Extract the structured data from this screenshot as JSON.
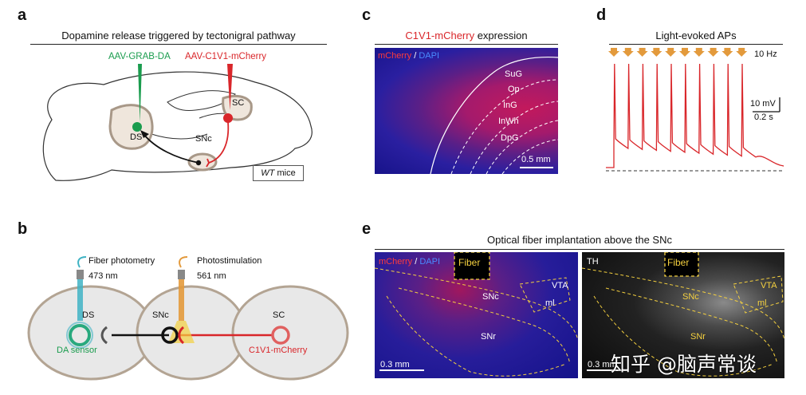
{
  "panel_a": {
    "letter": "a",
    "title": "Dopamine release triggered by tectonigral pathway",
    "virus_green": "AAV-GRAB-DA",
    "virus_red": "AAV-C1V1-mCherry",
    "ds": "DS",
    "sc": "SC",
    "snc": "SNc",
    "mice_italic": "WT",
    "mice_rest": " mice",
    "colors": {
      "green": "#1a9c4e",
      "red": "#d9262a"
    }
  },
  "panel_b": {
    "letter": "b",
    "photometry_label": "Fiber photometry",
    "photometry_nm": "473 nm",
    "stim_label": "Photostimulation",
    "stim_nm": "561 nm",
    "ds": "DS",
    "snc": "SNc",
    "sc": "SC",
    "sensor": "DA sensor",
    "opsin": "C1V1-mCherry",
    "colors": {
      "blue": "#3fb3c4",
      "orange": "#e39a3c",
      "yellow": "#f4d03f"
    }
  },
  "panel_c": {
    "letter": "c",
    "title_red": "C1V1-mCherry",
    "title_rest": " expression",
    "legend_red": "mCherry",
    "legend_sep": " / ",
    "legend_blue": "DAPI",
    "layers": [
      "SuG",
      "Op",
      "InG",
      "InWh",
      "DpG"
    ],
    "scale": "0.5 mm"
  },
  "panel_d": {
    "letter": "d",
    "title": "Light-evoked APs",
    "freq": "10 Hz",
    "scale_v": "10 mV",
    "scale_t": "0.2 s",
    "pulses": 10
  },
  "panel_e": {
    "letter": "e",
    "title": "Optical fiber implantation above the SNc",
    "left_red": "mCherry",
    "left_sep": " / ",
    "left_blue": "DAPI",
    "fiber": "Fiber",
    "vta": "VTA",
    "ml": "ml",
    "snc": "SNc",
    "snr": "SNr",
    "scale": "0.3 mm",
    "right_label": "TH",
    "watermark": "知乎 @脑声常谈"
  }
}
